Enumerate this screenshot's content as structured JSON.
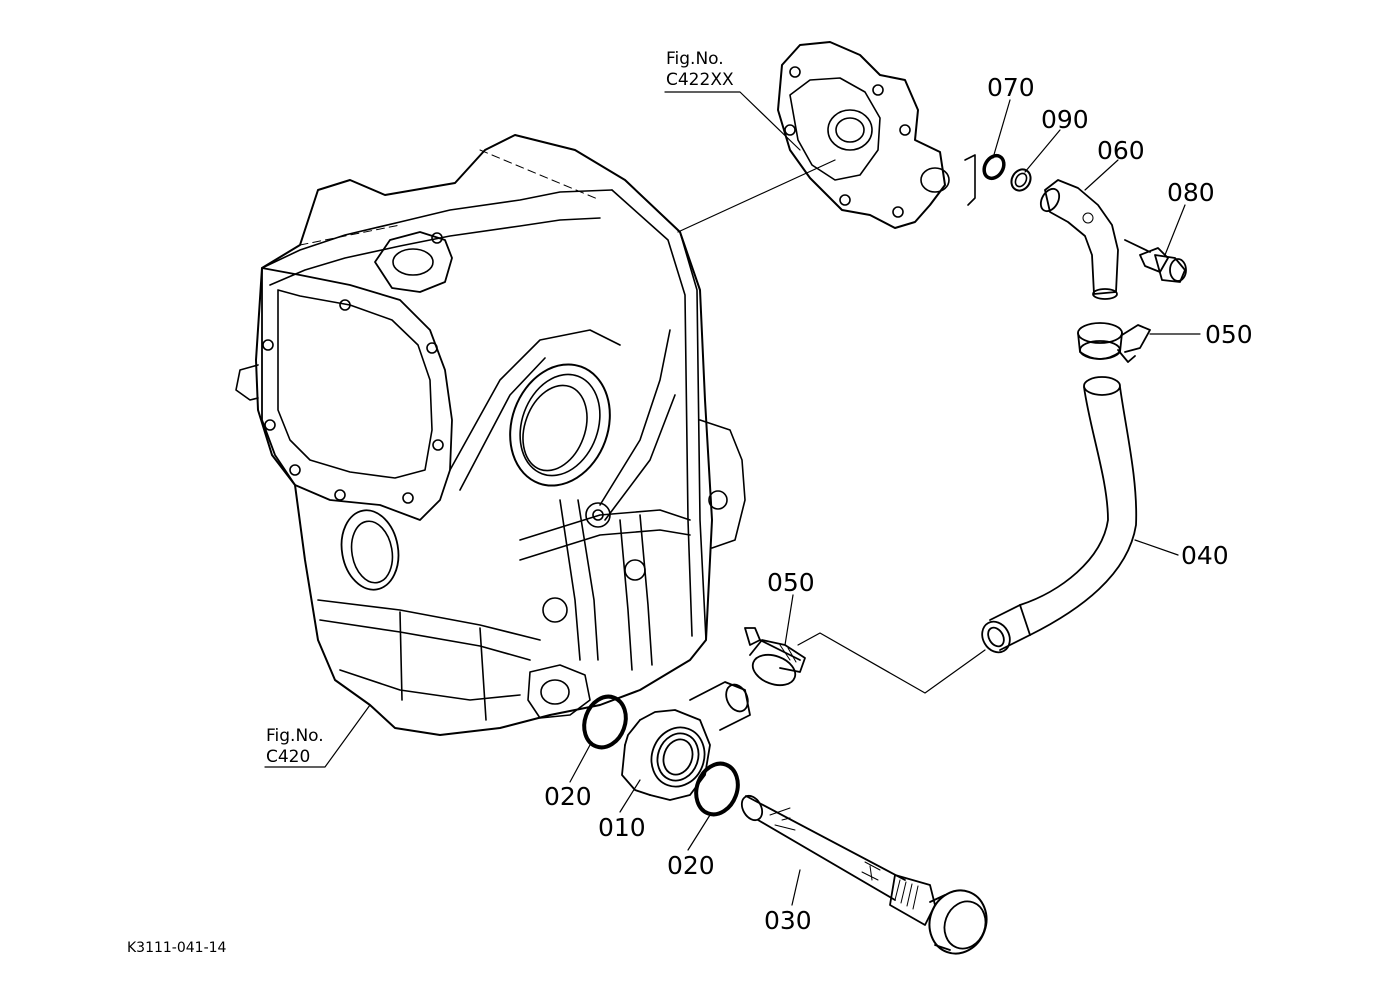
{
  "figure_refs": {
    "top": {
      "line1": "Fig.No.",
      "line2": "C422XX"
    },
    "left": {
      "line1": "Fig.No.",
      "line2": "C420"
    }
  },
  "callouts": {
    "p070": "070",
    "p090": "090",
    "p060": "060",
    "p080": "080",
    "p050_top": "050",
    "p040": "040",
    "p050_mid": "050",
    "p020_left": "020",
    "p010": "010",
    "p020_right": "020",
    "p030": "030"
  },
  "drawing_code": "K3111-041-14"
}
